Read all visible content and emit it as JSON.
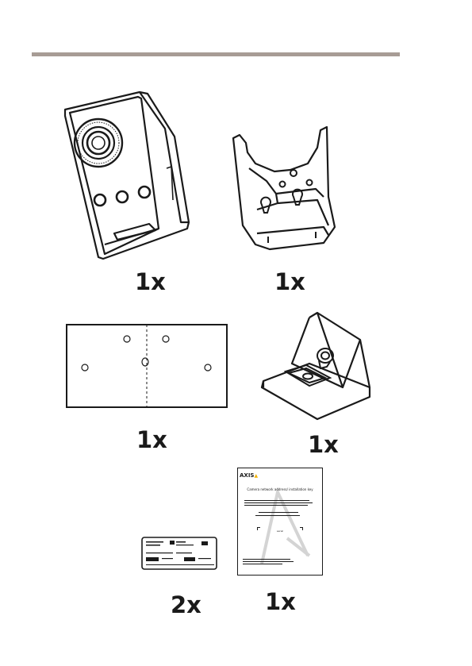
{
  "contents": [
    {
      "id": "camera",
      "quantity": "1x"
    },
    {
      "id": "wall-bracket",
      "quantity": "1x"
    },
    {
      "id": "drill-template",
      "quantity": "1x"
    },
    {
      "id": "stand",
      "quantity": "1x"
    },
    {
      "id": "owner-label",
      "quantity": "2x"
    },
    {
      "id": "installation-guide",
      "quantity": "1x"
    }
  ],
  "guide": {
    "brand": "AXIS",
    "title": "Camera network address/ installation key",
    "code_label": "serial"
  }
}
